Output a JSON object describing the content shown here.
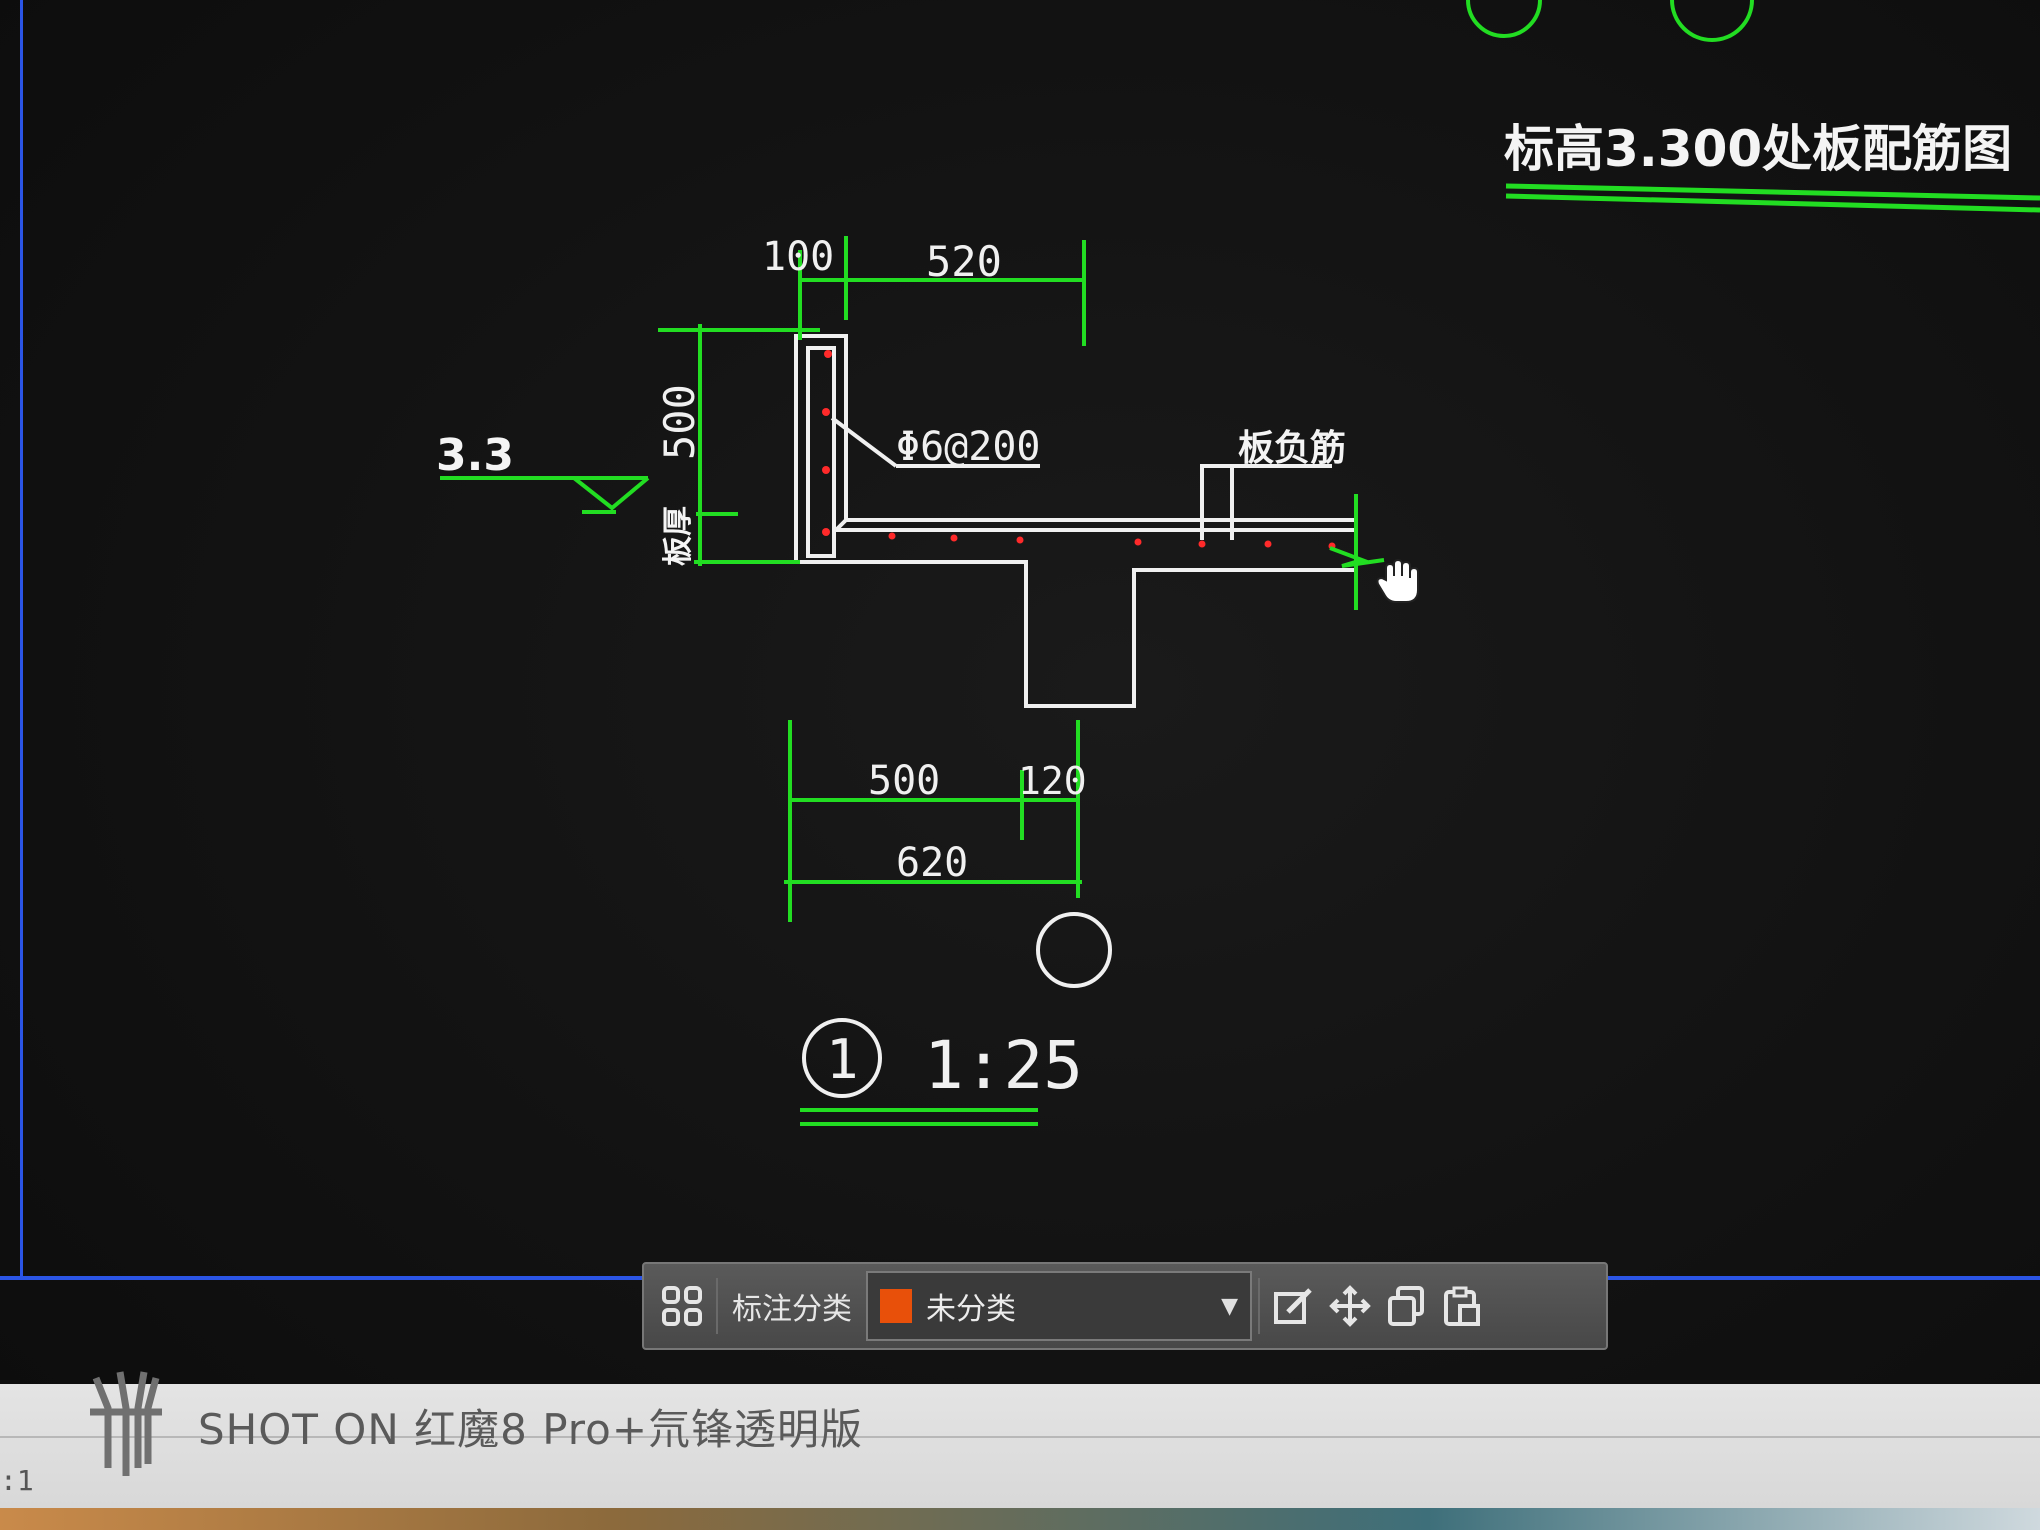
{
  "drawing": {
    "sheet_title": "标高3.300处板配筋图",
    "dimensions": {
      "top_left": "100",
      "top_right": "520",
      "height": "500",
      "bottom_a": "500",
      "bottom_b": "120",
      "bottom_total": "620"
    },
    "elevation_label": "3.3",
    "slab_thickness_label": "板厚",
    "rebar_label": "Φ6@200",
    "negative_rebar_label": "板负筋",
    "detail_number": "1",
    "detail_scale": "1:25"
  },
  "toolbar": {
    "category_label": "标注分类",
    "category_value": "未分类",
    "category_color": "#e8500a",
    "buttons": [
      "grid-icon",
      "edit-icon",
      "move-icon",
      "copy-icon",
      "paste-icon"
    ]
  },
  "status": {
    "watermark": "SHOT ON 红魔8 Pro+氘锋透明版",
    "scale_readout": ":1"
  },
  "colors": {
    "background": "#121212",
    "dimension_line": "#22dd22",
    "geometry_line": "#f0f0f0",
    "rebar_dot": "#ff2a2a",
    "viewport_border": "#2b55e6"
  }
}
